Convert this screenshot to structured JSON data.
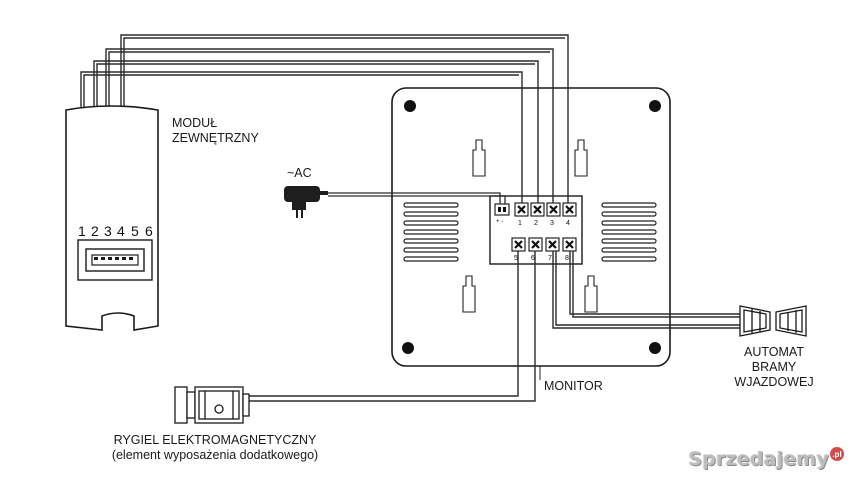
{
  "labels": {
    "outdoor_module_line1": "MODUŁ",
    "outdoor_module_line2": "ZEWNĘTRZNY",
    "power": "~AC",
    "monitor": "MONITOR",
    "gate_line1": "AUTOMAT",
    "gate_line2": "BRAMY",
    "gate_line3": "WJAZDOWEJ",
    "lock_line1": "RYGIEL ELEKTROMAGNETYCZNY",
    "lock_line2": "(element wyposażenia dodatkowego)"
  },
  "module_pins": [
    "1",
    "2",
    "3",
    "4",
    "5",
    "6"
  ],
  "monitor_terminals_top": [
    "1",
    "2",
    "3",
    "4"
  ],
  "monitor_terminals_bottom": [
    "5",
    "6",
    "7",
    "8"
  ],
  "power_terminal_marks": "+ -",
  "watermark": {
    "text": "Sprzedajemy",
    "badge": ".pl"
  }
}
